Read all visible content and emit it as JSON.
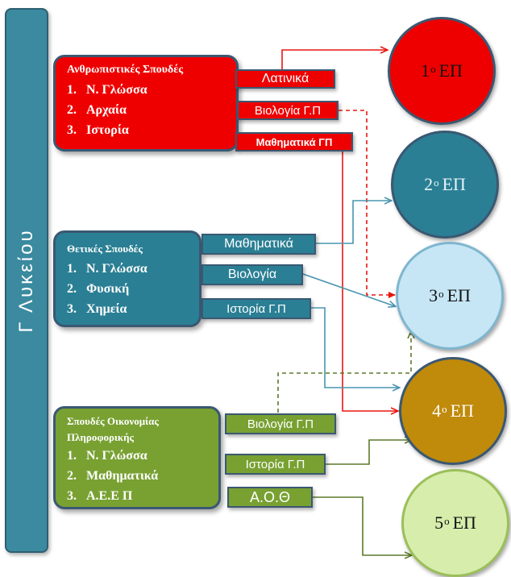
{
  "sidebar": {
    "label": "Γ Λυκείου"
  },
  "groups": {
    "humanities": {
      "title": "Ανθρωπιστικές Σπουδές",
      "items": [
        {
          "num": "1.",
          "label": "Ν. Γλώσσα"
        },
        {
          "num": "2.",
          "label": "Αρχαία"
        },
        {
          "num": "3.",
          "label": "Ιστορία"
        }
      ]
    },
    "sciences": {
      "title": "Θετικές Σπουδές",
      "items": [
        {
          "num": "1.",
          "label": "Ν. Γλώσσα"
        },
        {
          "num": "2.",
          "label": "Φυσική"
        },
        {
          "num": "3.",
          "label": "Χημεία"
        }
      ]
    },
    "economics": {
      "title_line1": "Σπουδές Οικονομίας",
      "title_line2": "Πληροφορικής",
      "items": [
        {
          "num": "1.",
          "label": "Ν. Γλώσσα"
        },
        {
          "num": "2.",
          "label": "Μαθηματικά"
        },
        {
          "num": "3.",
          "label": "Α.Ε.Ε Π"
        }
      ]
    }
  },
  "tags": {
    "latin": "Λατινικά",
    "biology_gp_red": "Βιολογία Γ.Π",
    "math_gp_red": "Μαθηματικά ΓΠ",
    "math_blue": "Μαθηματικά",
    "biology_blue": "Βιολογία",
    "history_gp_blue": "Ιστορία Γ.Π",
    "biology_gp_green": "Βιολογία Γ.Π",
    "history_gp_green": "Ιστορία Γ.Π",
    "aoth_green": "Α.Ο.Θ"
  },
  "fields": [
    {
      "num": "1",
      "sup": "ο",
      "label": "ΕΠ"
    },
    {
      "num": "2",
      "sup": "ο",
      "label": "ΕΠ"
    },
    {
      "num": "3",
      "sup": "ο",
      "label": "ΕΠ"
    },
    {
      "num": "4",
      "sup": "ο",
      "label": "ΕΠ"
    },
    {
      "num": "5",
      "sup": "ο",
      "label": "ΕΠ"
    }
  ],
  "colors": {
    "red": "#ee0000",
    "teal": "#2a7f94",
    "light_blue": "#c6e6f5",
    "gold": "#c08a0a",
    "light_green": "#d6edac",
    "olive": "#78a132",
    "bar": "#3b8aa0",
    "dark_border": "#3a5872",
    "arrow_red": "#e8170f",
    "arrow_blue": "#4a95b0",
    "arrow_green": "#5c7a2a"
  }
}
